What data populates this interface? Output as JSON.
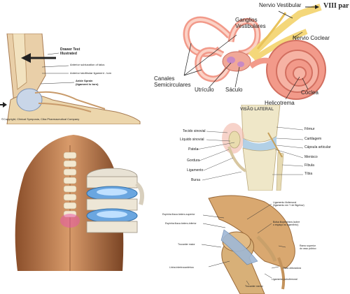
{
  "ankle": {
    "labels": {
      "drawer_test": "Drawer Test\nIllustrated",
      "anterior_subluxation": "Anterior subluxation of talus",
      "anterior_ligament": "Anterior talofibular ligament - torn",
      "ankle_sprain": "Ankle Sprain\n(ligament is torn)"
    },
    "copyright": "©Copyright, Clinical Symposia, Ciba Pharmaceutical Company"
  },
  "ear": {
    "labels": {
      "vestibular_nerve": "Nervio Vestibular",
      "eighth_pair": "VIII par",
      "vestibular_ganglia": "Ganglios\nVestibulares",
      "cochlear_nerve": "Nervio Coclear",
      "semicircular_canals": "Canales\nSemicirculares",
      "utricle": "Utrículo",
      "saccule": "Sáculo",
      "cochlea": "Cóclea",
      "helicotrema": "Helicotrema"
    }
  },
  "knee": {
    "title": "VISÃO LATERAL",
    "left_labels": [
      "Tecido sinovial",
      "Líquido sinovial",
      "Patela",
      "Gordura",
      "Ligamento",
      "Bursa"
    ],
    "right_labels": [
      "Fêmur",
      "Cartilagem",
      "Cápsula articular",
      "Menisco",
      "Fíbula",
      "Tíbia"
    ]
  },
  "hip": {
    "labels": {
      "ligament_iliofemoral": "Ligamento iliofemoral\n(ligamento em Y de Bigelow)",
      "espinha_antero_superior": "Espinha ilíaca ântero-superior",
      "espinha_antero_inferior": "Espinha ilíaca ântero-inferior",
      "bolsa_iliopectinea": "Bolsa iliopectínea (sobre\no espaço no ligamento)",
      "trocanter_maior": "Trocanter maior",
      "ramo_superior": "Ramo superior\ndo osso púbico",
      "linha_intertrocanterica": "Linha intertrocantérica",
      "cinta_obturadora": "Cinta obturadora",
      "ligamento_pubofemoral": "Ligamento pubofemoral",
      "trocanter_menor": "Trocanter menor"
    }
  },
  "colors": {
    "bone": "#e8d8a8",
    "skin": "#c98a5a",
    "cochlea_pink": "#f29a8a",
    "nerve_yellow": "#f4d77a",
    "ligament_blue": "#9fb8d6"
  }
}
